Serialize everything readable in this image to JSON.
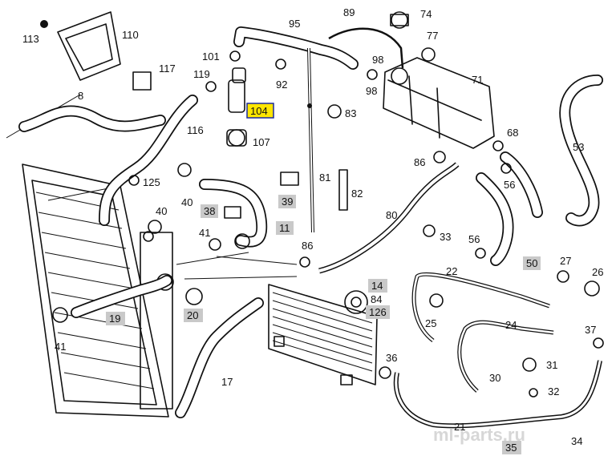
{
  "diagram": {
    "labels": [
      {
        "id": "113",
        "text": "113"
      },
      {
        "id": "110",
        "text": "110"
      },
      {
        "id": "117",
        "text": "117"
      },
      {
        "id": "95",
        "text": "95"
      },
      {
        "id": "89",
        "text": "89"
      },
      {
        "id": "74",
        "text": "74"
      },
      {
        "id": "77",
        "text": "77"
      },
      {
        "id": "101",
        "text": "101"
      },
      {
        "id": "119",
        "text": "119"
      },
      {
        "id": "92",
        "text": "92"
      },
      {
        "id": "98a",
        "text": "98"
      },
      {
        "id": "98b",
        "text": "98"
      },
      {
        "id": "71",
        "text": "71"
      },
      {
        "id": "8",
        "text": "8"
      },
      {
        "id": "104",
        "text": "104"
      },
      {
        "id": "83",
        "text": "83"
      },
      {
        "id": "116",
        "text": "116"
      },
      {
        "id": "107",
        "text": "107"
      },
      {
        "id": "68",
        "text": "68"
      },
      {
        "id": "53",
        "text": "53"
      },
      {
        "id": "86a",
        "text": "86"
      },
      {
        "id": "125",
        "text": "125"
      },
      {
        "id": "81",
        "text": "81"
      },
      {
        "id": "82",
        "text": "82"
      },
      {
        "id": "56a",
        "text": "56"
      },
      {
        "id": "40",
        "text": "40"
      },
      {
        "id": "39",
        "text": "39"
      },
      {
        "id": "38",
        "text": "38"
      },
      {
        "id": "40b",
        "text": "40"
      },
      {
        "id": "80",
        "text": "80"
      },
      {
        "id": "11",
        "text": "11"
      },
      {
        "id": "41a",
        "text": "41"
      },
      {
        "id": "33",
        "text": "33"
      },
      {
        "id": "56b",
        "text": "56"
      },
      {
        "id": "86b",
        "text": "86"
      },
      {
        "id": "50",
        "text": "50"
      },
      {
        "id": "27",
        "text": "27"
      },
      {
        "id": "26",
        "text": "26"
      },
      {
        "id": "22",
        "text": "22"
      },
      {
        "id": "14",
        "text": "14"
      },
      {
        "id": "84",
        "text": "84"
      },
      {
        "id": "126",
        "text": "126"
      },
      {
        "id": "19",
        "text": "19"
      },
      {
        "id": "20",
        "text": "20"
      },
      {
        "id": "25",
        "text": "25"
      },
      {
        "id": "24",
        "text": "24"
      },
      {
        "id": "37",
        "text": "37"
      },
      {
        "id": "41b",
        "text": "41"
      },
      {
        "id": "36",
        "text": "36"
      },
      {
        "id": "30",
        "text": "30"
      },
      {
        "id": "31",
        "text": "31"
      },
      {
        "id": "17",
        "text": "17"
      },
      {
        "id": "32",
        "text": "32"
      },
      {
        "id": "21",
        "text": "21"
      },
      {
        "id": "35",
        "text": "35"
      },
      {
        "id": "34",
        "text": "34"
      }
    ],
    "highlighted_part": "104",
    "watermark": "ml-parts.ru"
  },
  "colors": {
    "line": "#111111",
    "tag_gray": "#c9c9c9",
    "highlight_fill": "#ffe600",
    "highlight_border": "#1b2a9e",
    "background": "#ffffff"
  }
}
